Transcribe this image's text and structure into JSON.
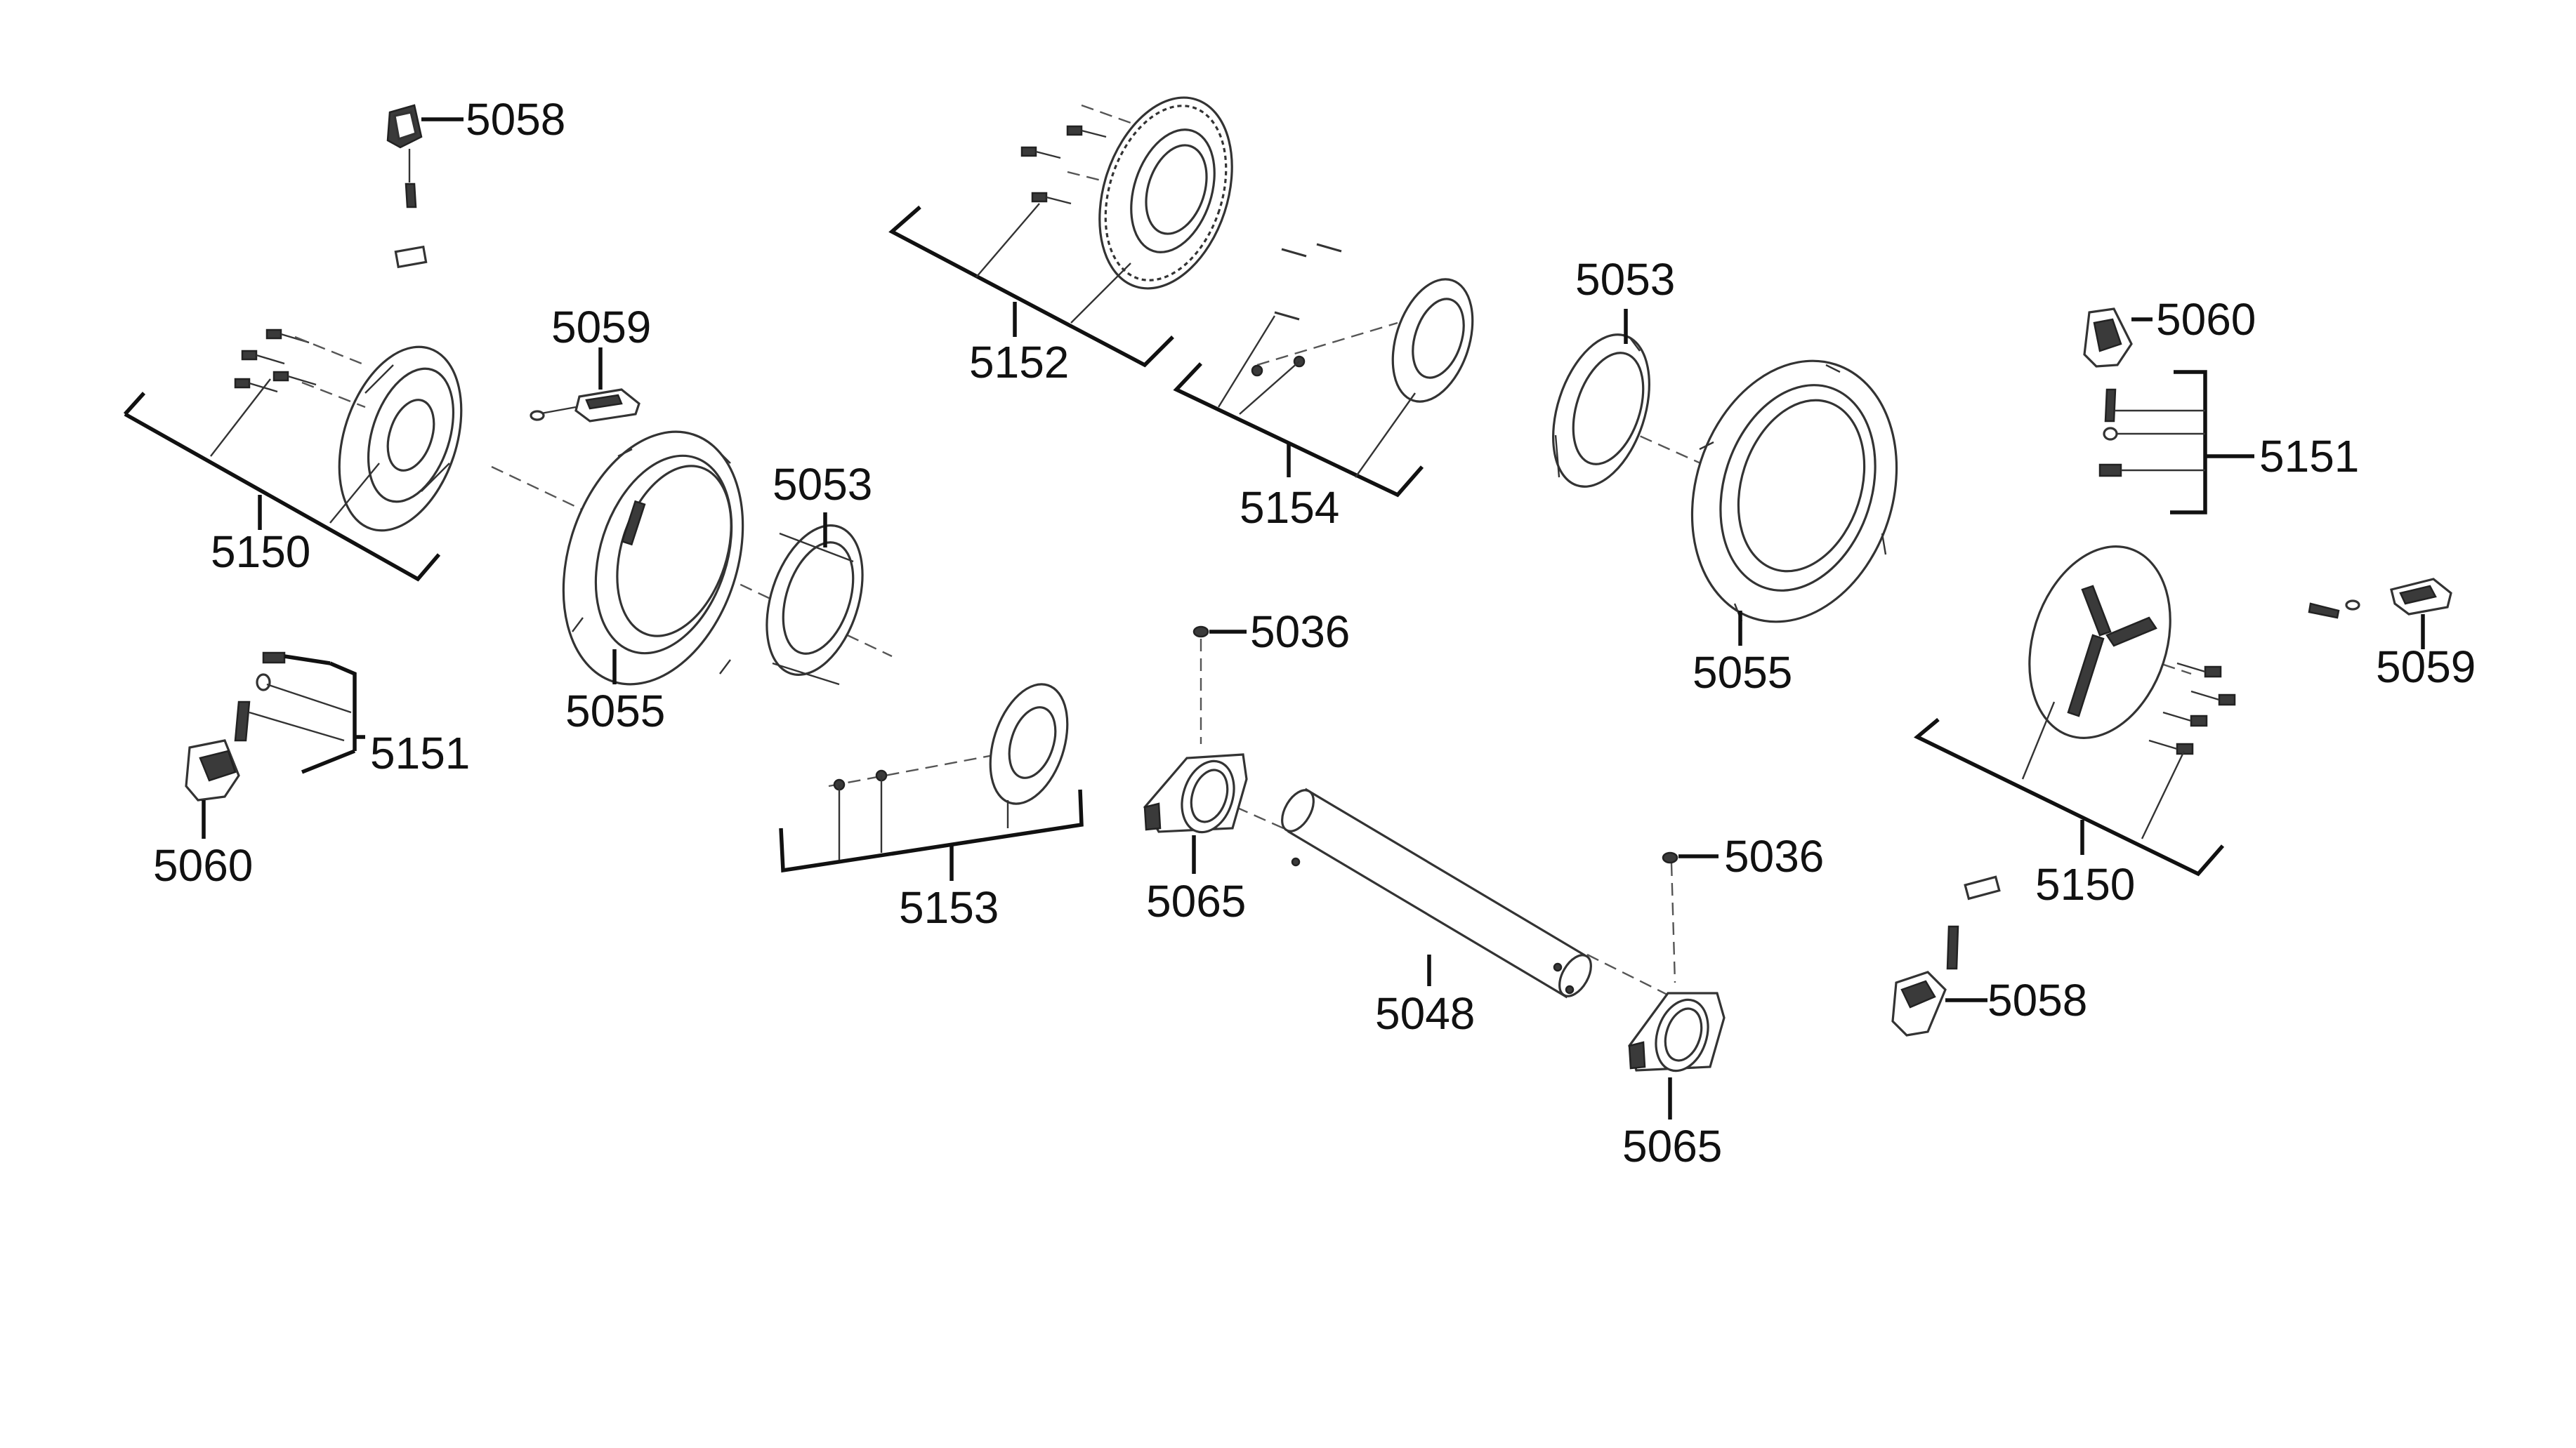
{
  "callouts": {
    "c5058_top": "5058",
    "c5059_left": "5059",
    "c5150_left": "5150",
    "c5151_left": "5151",
    "c5060_left": "5060",
    "c5055_left": "5055",
    "c5053_left": "5053",
    "c5152": "5152",
    "c5154": "5154",
    "c5153": "5153",
    "c5036_top": "5036",
    "c5065_left": "5065",
    "c5048": "5048",
    "c5036_right": "5036",
    "c5065_right": "5065",
    "c5053_right": "5053",
    "c5055_right": "5055",
    "c5060_right": "5060",
    "c5151_right": "5151",
    "c5059_right": "5059",
    "c5150_right": "5150",
    "c5058_bottom": "5058"
  }
}
